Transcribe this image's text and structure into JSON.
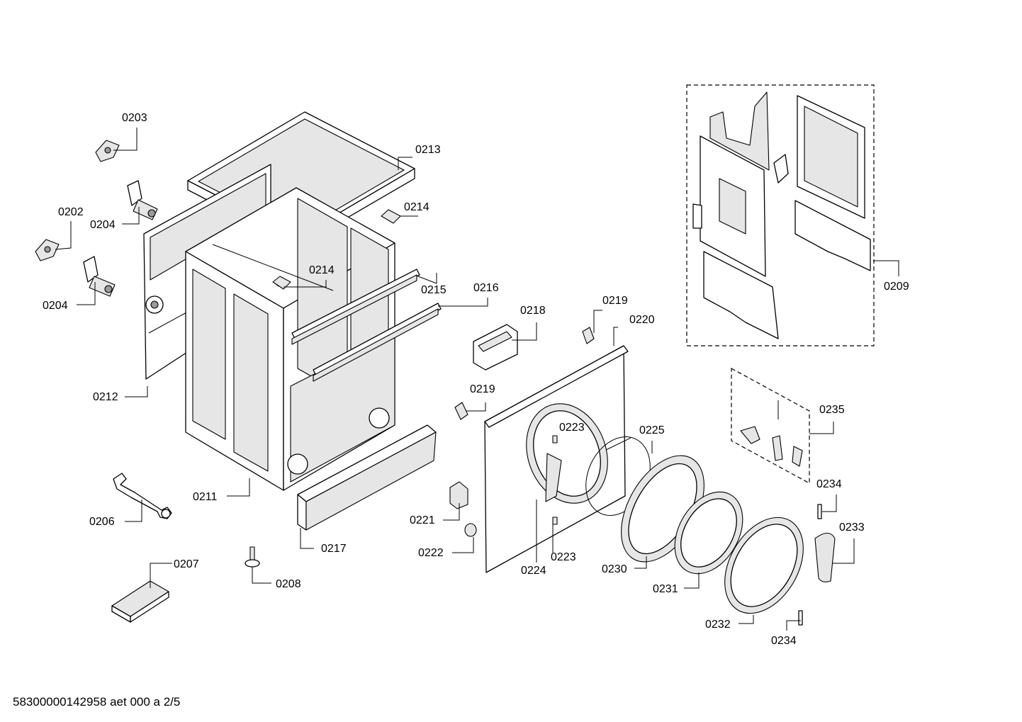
{
  "document_id": "58300000142958 aet 000 a 2/5",
  "callouts": {
    "c0203": "0203",
    "c0213": "0213",
    "c0202": "0202",
    "c0204a": "0204",
    "c0204b": "0204",
    "c0214a": "0214",
    "c0214b": "0214",
    "c0215": "0215",
    "c0216": "0216",
    "c0218": "0218",
    "c0219a": "0219",
    "c0219b": "0219",
    "c0220": "0220",
    "c0209": "0209",
    "c0212": "0212",
    "c0235": "0235",
    "c0223a": "0223",
    "c0225": "0225",
    "c0234a": "0234",
    "c0211": "0211",
    "c0206": "0206",
    "c0221": "0221",
    "c0233": "0233",
    "c0217": "0217",
    "c0222": "0222",
    "c0224": "0224",
    "c0223b": "0223",
    "c0230": "0230",
    "c0207": "0207",
    "c0208": "0208",
    "c0231": "0231",
    "c0232": "0232",
    "c0234b": "0234"
  }
}
